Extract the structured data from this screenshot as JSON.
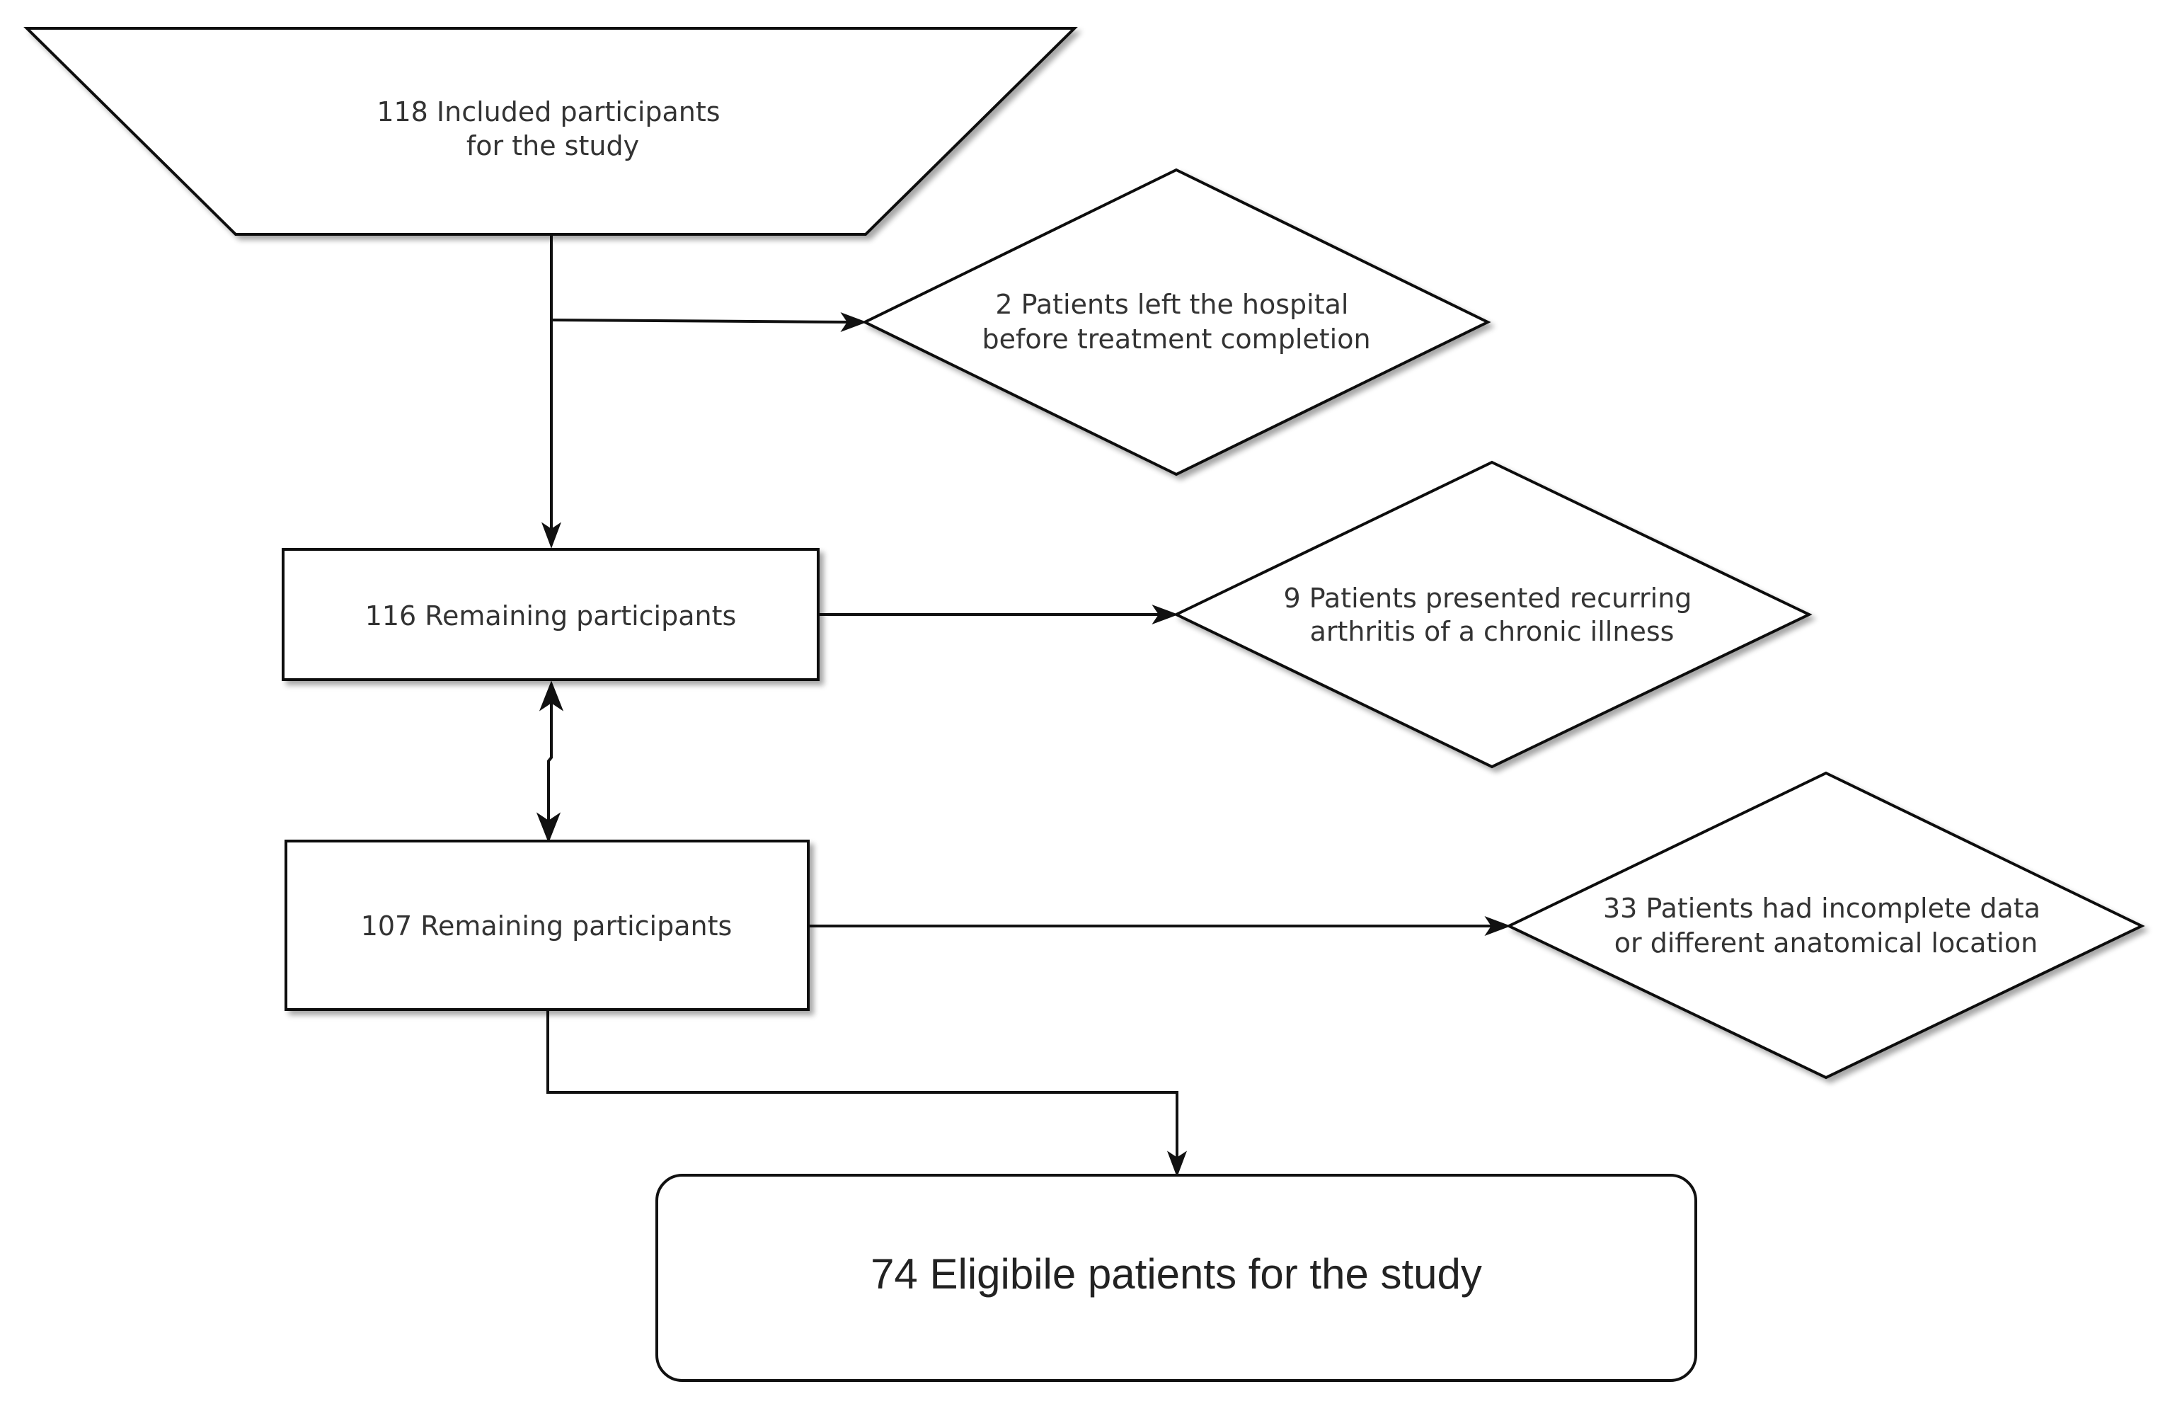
{
  "nodes": {
    "start": {
      "lines": [
        "118 Included participants",
        "for the study"
      ]
    },
    "exclusion_1": {
      "lines": [
        "2 Patients left the hospital",
        "before treatment completion"
      ]
    },
    "remaining_116": {
      "lines": [
        "116 Remaining participants"
      ]
    },
    "exclusion_2": {
      "lines": [
        "9 Patients presented recurring",
        "arthritis of a chronic illness"
      ]
    },
    "remaining_107": {
      "lines": [
        "107 Remaining participants"
      ]
    },
    "exclusion_3": {
      "lines": [
        "33 Patients had incomplete data",
        "or different anatomical location"
      ]
    },
    "final": {
      "lines": [
        "74 Eligibile patients for the study"
      ]
    }
  },
  "colors": {
    "stroke": "#111111",
    "fill": "#ffffff",
    "text": "#333333",
    "shadow": "#bbbbbb"
  }
}
